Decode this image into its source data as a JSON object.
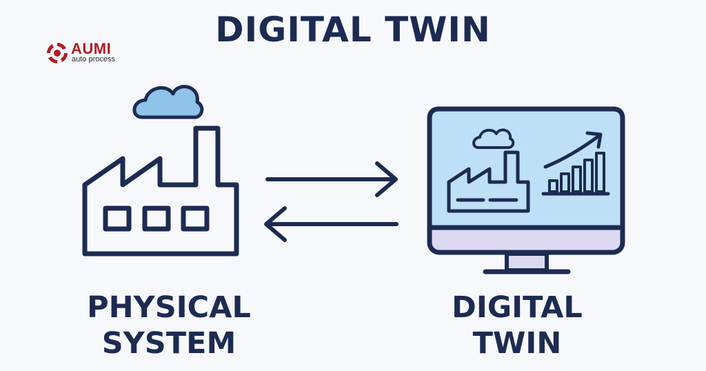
{
  "header": {
    "title": "DIGITAL TWIN"
  },
  "logo": {
    "name": "AUMI",
    "tagline": "auto process",
    "icon": "gear-swirl-icon",
    "color": "#b01c25"
  },
  "diagram": {
    "left": {
      "icon": "factory-icon",
      "line1": "PHYSICAL",
      "line2": "SYSTEM"
    },
    "right": {
      "icon": "monitor-icon",
      "line1": "DIGITAL",
      "line2": "TWIN"
    },
    "arrows": [
      "arrow-right-icon",
      "arrow-left-icon"
    ]
  },
  "colors": {
    "navy": "#1d2b52",
    "cloud": "#8fc3ea",
    "screen": "#bde0f7",
    "stand": "#ddd9f3",
    "background": "#f6f8fb"
  }
}
